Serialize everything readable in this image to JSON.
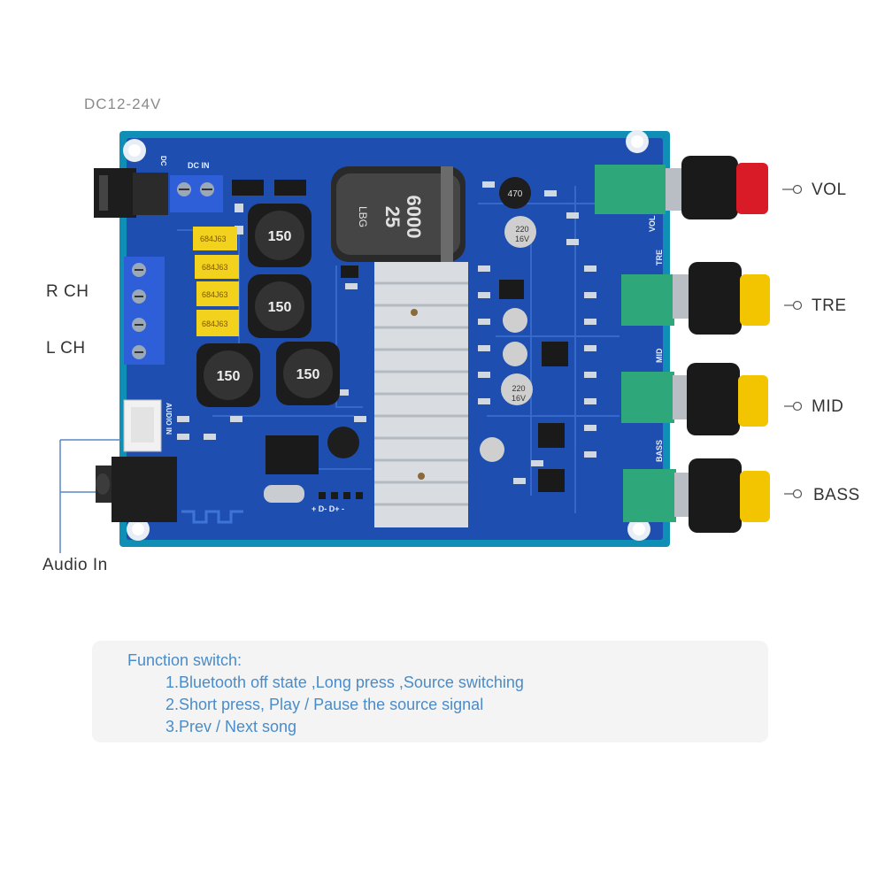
{
  "labels": {
    "dc_input": "DC12-24V",
    "r_ch": "R CH",
    "l_ch": "L CH",
    "audio_in": "Audio In",
    "vol": "VOL",
    "tre": "TRE",
    "mid": "MID",
    "bass": "BASS"
  },
  "board": {
    "inductor_marking": "150",
    "capacitor_big_line1": "25",
    "capacitor_big_line2": "6000",
    "capacitor_big_brand": "LBG",
    "film_cap_marking": "684J63",
    "small_cap_470": "470",
    "small_cap_220": "220",
    "small_cap_16v": "16V",
    "silk_dc": "DC",
    "silk_dc_in": "DC IN",
    "silk_audio_in": "AUDIO IN",
    "silk_vol": "VOL",
    "silk_tre": "TRE",
    "silk_mid": "MID",
    "silk_bass": "BASS",
    "silk_usb": "+ D- D+ -"
  },
  "info_box": {
    "title": "Function switch:",
    "items": [
      "1.Bluetooth off state ,Long press ,Source switching",
      "2.Short press, Play / Pause the source signal",
      "3.Prev / Next song"
    ]
  },
  "colors": {
    "pcb": "#1e4fb0",
    "pcb_edge": "#0f8fb5",
    "heatsink": "#d9dde2",
    "film_cap": "#f3d21d",
    "knob_red": "#d81b27",
    "knob_yellow": "#f2c500",
    "pot_green": "#2ea77a",
    "terminal_blue": "#2f5fd8",
    "info_text": "#4a8cc9"
  }
}
